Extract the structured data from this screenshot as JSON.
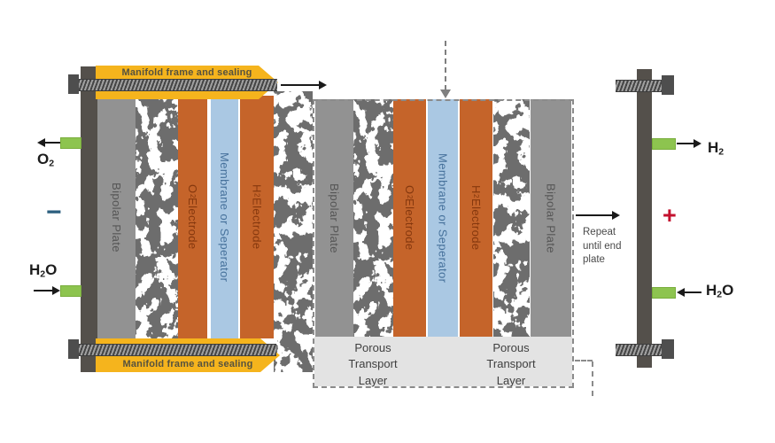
{
  "colors": {
    "end_plate": "#54504b",
    "bipolar_plate": "#929292",
    "electrode_orange": "#c5642a",
    "membrane_blue": "#aac8e3",
    "manifold_yellow": "#f5b41d",
    "port_green": "#8dc44f",
    "ptl_strip_gray": "#e3e3e3",
    "porous_blob_gray": "#6d6d6d",
    "plus_red": "#c3112e",
    "minus_blue": "#2b5e7e"
  },
  "left_unit": {
    "banner_top": "Manifold frame and sealing",
    "banner_bottom": "Manifold frame and sealing",
    "o2_out": {
      "p1": "O",
      "sub": "2"
    },
    "h2o_in": {
      "p1": "H",
      "sub": "2",
      "p2": "O"
    },
    "minus_sign": "−",
    "layers": {
      "bipolar_plate": "Bipolar Plate",
      "o2_electrode": {
        "p1": "O",
        "sub": "2",
        "p2": " Electrode"
      },
      "membrane": "Membrane or Seperator",
      "h2_electrode": {
        "p1": "H",
        "sub": "2",
        "p2": " Electrode"
      }
    }
  },
  "repeat_unit": {
    "layers": {
      "bipolar_plate_left": "Bipolar Plate",
      "o2_electrode": {
        "p1": "O",
        "sub": "2",
        "p2": " Electrode"
      },
      "membrane": "Membrane or Seperator",
      "h2_electrode": {
        "p1": "H",
        "sub": "2",
        "p2": " Electrode"
      },
      "bipolar_plate_right": "Bipolar Plate"
    },
    "ptl_left": "Porous Transport Layer",
    "ptl_right": "Porous Transport Layer",
    "repeat_note": "Repeat until end plate"
  },
  "right_unit": {
    "h2_out": {
      "p1": "H",
      "sub": "2"
    },
    "h2o_in": {
      "p1": "H",
      "sub": "2",
      "p2": "O"
    },
    "plus_sign": "+"
  }
}
